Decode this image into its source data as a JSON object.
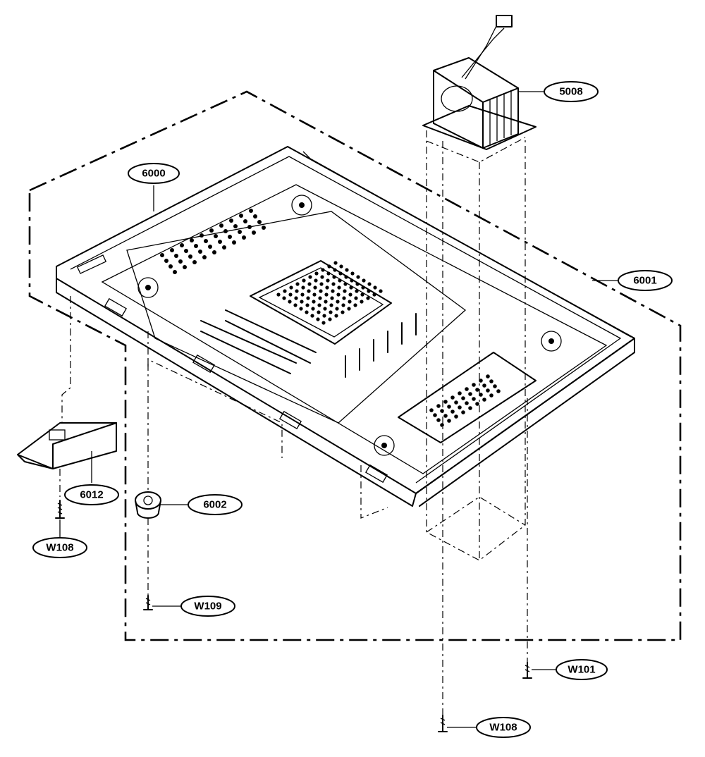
{
  "labels": {
    "cover_plate": "6000",
    "base_plate": "6001",
    "foot": "6002",
    "bracket": "6012",
    "transformer": "5008",
    "screw_bracket": "W108",
    "screw_foot": "W109",
    "screw_right": "W101",
    "screw_bottom": "W108"
  }
}
